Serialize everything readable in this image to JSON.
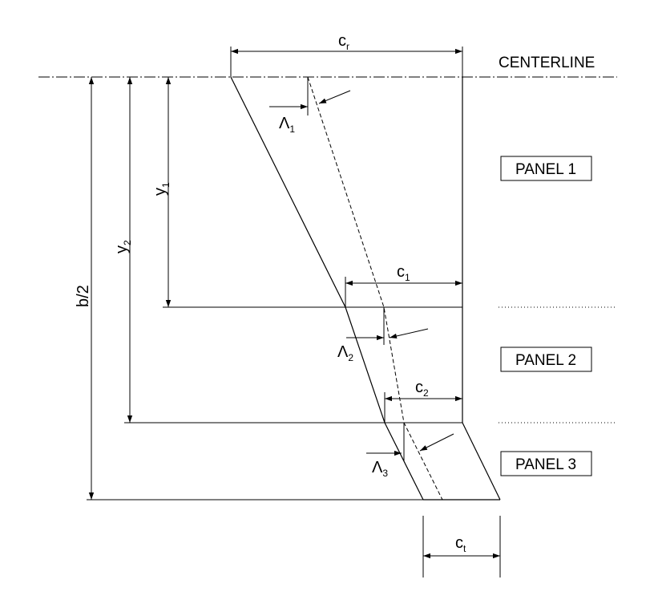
{
  "labels": {
    "cr_main": "c",
    "cr_sub": "r",
    "centerline": "CENTERLINE",
    "c1_main": "c",
    "c1_sub": "1",
    "c2_main": "c",
    "c2_sub": "2",
    "ct_main": "c",
    "ct_sub": "t",
    "y1_main": "y",
    "y1_sub": "1",
    "y2_main": "y",
    "y2_sub": "2",
    "b2": "b/2",
    "lambda1_main": "Λ",
    "lambda1_sub": "1",
    "lambda2_main": "Λ",
    "lambda2_sub": "2",
    "lambda3_main": "Λ",
    "lambda3_sub": "3"
  },
  "panels": [
    "PANEL 1",
    "PANEL 2",
    "PANEL 3"
  ]
}
